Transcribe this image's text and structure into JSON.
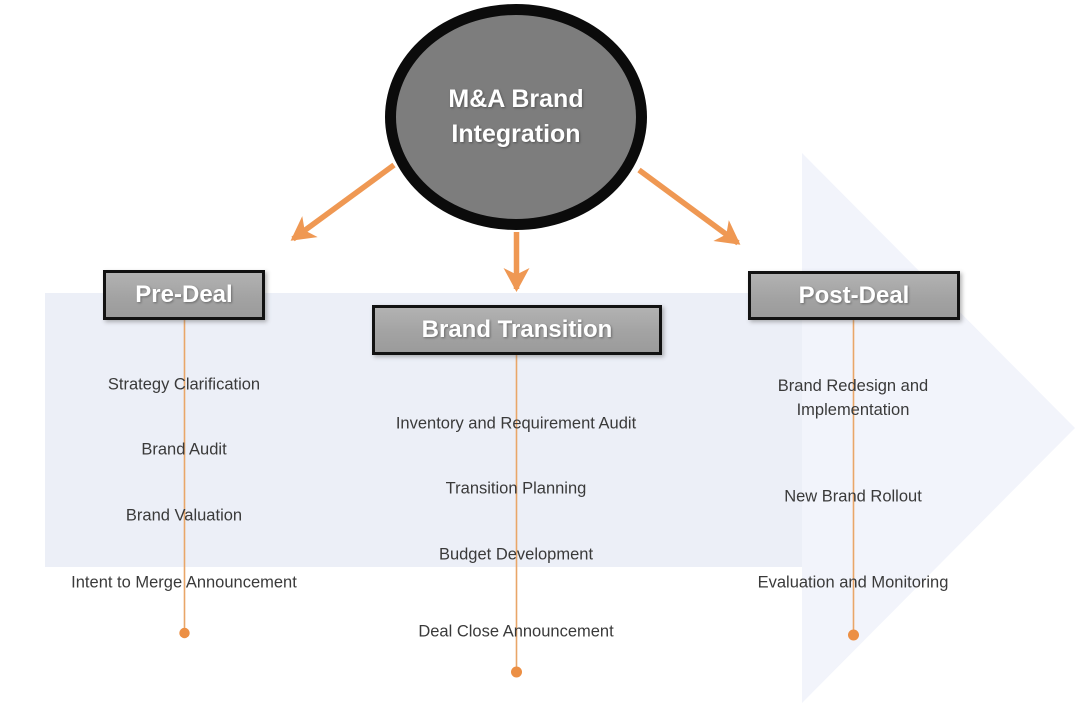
{
  "central": {
    "title": "M&A Brand Integration"
  },
  "columns": [
    {
      "header": "Pre-Deal",
      "items": [
        "Strategy Clarification",
        "Brand Audit",
        "Brand Valuation",
        "Intent to Merge Announcement"
      ]
    },
    {
      "header": "Brand Transition",
      "items": [
        "Inventory and Requirement Audit",
        "Transition Planning",
        "Budget Development",
        "Deal Close Announcement"
      ]
    },
    {
      "header": "Post-Deal",
      "items": [
        "Brand Redesign and Implementation",
        "New Brand Rollout",
        "Evaluation and Monitoring"
      ]
    }
  ],
  "colors": {
    "node_fill": "#7d7d7d",
    "node_border": "#0b0b0b",
    "header_fill": "#a6a6a6",
    "header_border": "#121212",
    "accent_orange": "#EF9853",
    "connector_orange": "#E9A668",
    "dot_orange": "#EC8F44",
    "band_fill": "#ECEFF7",
    "band_arrowhead_fill": "#F2F4FB",
    "item_text": "#3a3a3a"
  }
}
